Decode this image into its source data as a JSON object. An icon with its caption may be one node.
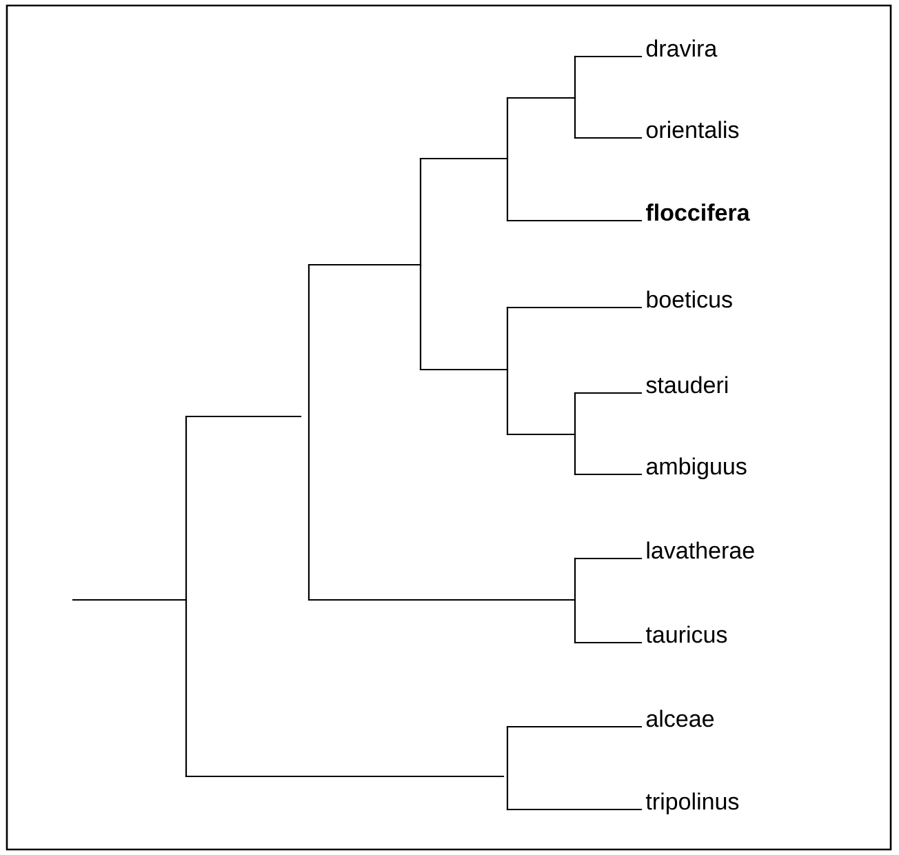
{
  "diagram": {
    "labels": [
      "dravira",
      "orientalis",
      "floccifera",
      "boeticus",
      "stauderi",
      "ambiguus",
      "lavatherae",
      "tauricus",
      "alceae",
      "tripolinus"
    ]
  }
}
